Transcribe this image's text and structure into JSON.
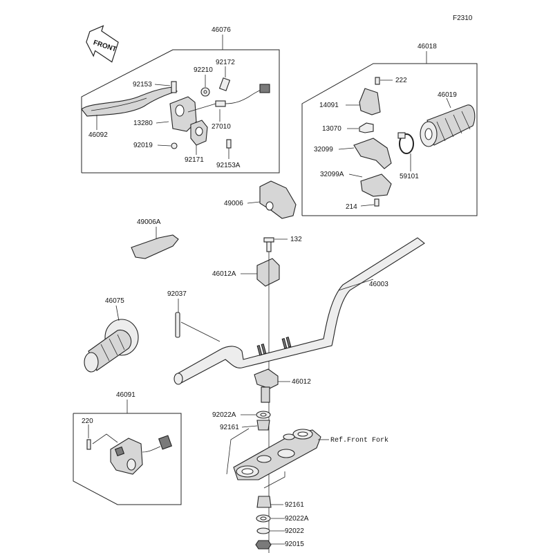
{
  "figure_code": "F2310",
  "front_arrow_label": "FRONT",
  "ref_note": "Ref.Front Fork",
  "footer_note": "",
  "parts": {
    "p46076": "46076",
    "p92172": "92172",
    "p92210": "92210",
    "p92153": "92153",
    "p46092": "46092",
    "p13280": "13280",
    "p27010": "27010",
    "p92019": "92019",
    "p92171": "92171",
    "p92153A": "92153A",
    "p46018": "46018",
    "p222": "222",
    "p14091": "14091",
    "p46019": "46019",
    "p13070": "13070",
    "p32099": "32099",
    "p59101": "59101",
    "p32099A": "32099A",
    "p214": "214",
    "p49006": "49006",
    "p49006A": "49006A",
    "p132": "132",
    "p46012A": "46012A",
    "p46003": "46003",
    "p46075": "46075",
    "p92037": "92037",
    "p46012": "46012",
    "p46091": "46091",
    "p220": "220",
    "p92022A_top": "92022A",
    "p92161_top": "92161",
    "p92161_bot": "92161",
    "p92022A_bot": "92022A",
    "p92022": "92022",
    "p92015": "92015"
  }
}
